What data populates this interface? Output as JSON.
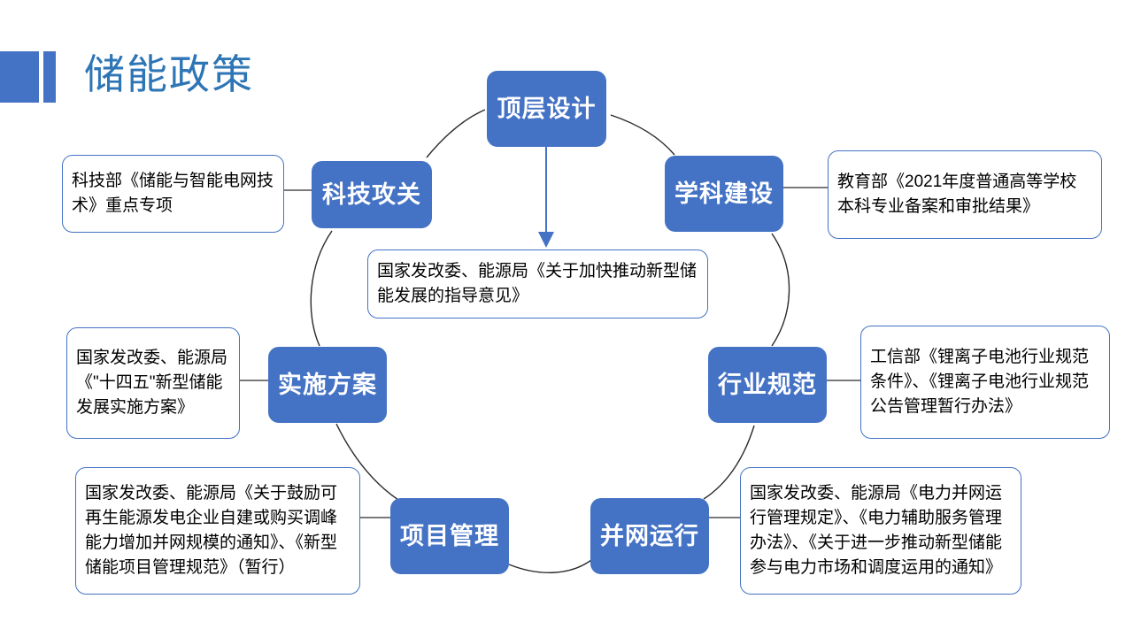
{
  "slide": {
    "title": "储能政策",
    "accent_color": "#4472C4",
    "title_color": "#2E75B6",
    "background": "#ffffff"
  },
  "diagram": {
    "type": "cycle",
    "nodes": [
      {
        "id": "top-design",
        "label": "顶层设计",
        "position": "top"
      },
      {
        "id": "tech-attack",
        "label": "科技攻关",
        "position": "upper-left"
      },
      {
        "id": "discipline",
        "label": "学科建设",
        "position": "upper-right"
      },
      {
        "id": "impl-plan",
        "label": "实施方案",
        "position": "left"
      },
      {
        "id": "industry-std",
        "label": "行业规范",
        "position": "right"
      },
      {
        "id": "proj-manage",
        "label": "项目管理",
        "position": "lower-left"
      },
      {
        "id": "grid-op",
        "label": "并网运行",
        "position": "lower-right"
      }
    ],
    "callouts": [
      {
        "id": "callout-tech-attack",
        "for_node": "tech-attack",
        "text": "科技部《储能与智能电网技术》重点专项"
      },
      {
        "id": "callout-discipline",
        "for_node": "discipline",
        "text": "教育部《2021年度普通高等学校本科专业备案和审批结果》"
      },
      {
        "id": "callout-top-design",
        "for_node": "top-design",
        "text": "国家发改委、能源局《关于加快推动新型储能发展的指导意见》"
      },
      {
        "id": "callout-impl-plan",
        "for_node": "impl-plan",
        "text": "国家发改委、能源局《\"十四五\"新型储能发展实施方案》"
      },
      {
        "id": "callout-industry-std",
        "for_node": "industry-std",
        "text": "工信部《锂离子电池行业规范条件》、《锂离子电池行业规范公告管理暂行办法》"
      },
      {
        "id": "callout-proj-manage",
        "for_node": "proj-manage",
        "text": "国家发改委、能源局《关于鼓励可再生能源发电企业自建或购买调峰能力增加并网规模的通知》、《新型储能项目管理规范》（暂行）"
      },
      {
        "id": "callout-grid-op",
        "for_node": "grid-op",
        "text": "国家发改委、能源局《电力并网运行管理规定》、《电力辅助服务管理办法》、《关于进一步推动新型储能参与电力市场和调度运用的通知》"
      }
    ]
  }
}
